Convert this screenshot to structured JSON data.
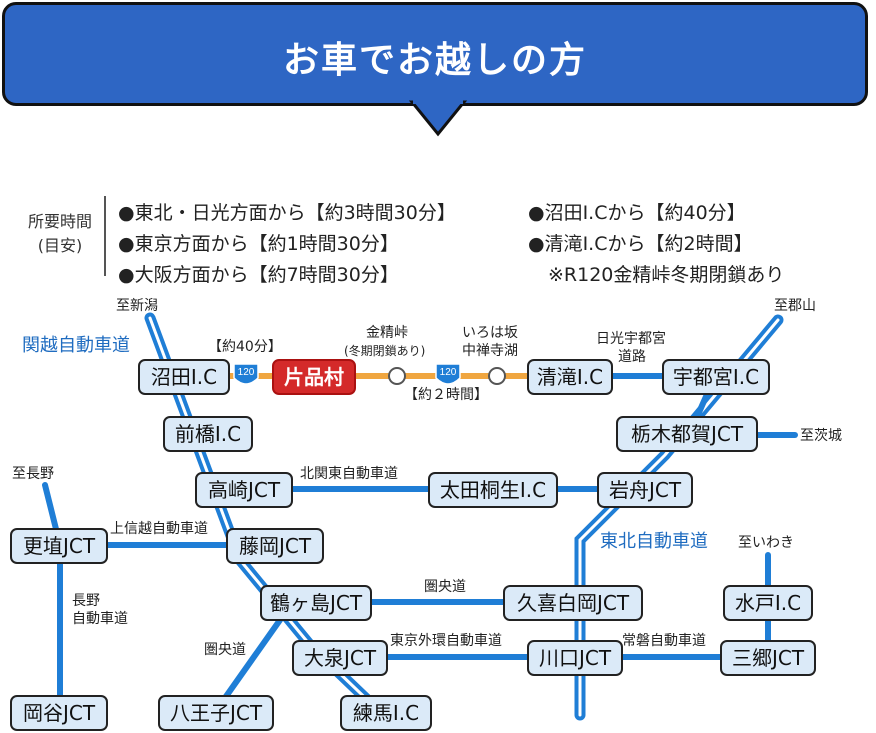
{
  "banner": {
    "title": "お車でお越しの方"
  },
  "info": {
    "label_line1": "所要時間",
    "label_line2": "(目安)",
    "left": [
      "●東北・日光方面から【約3時間30分】",
      "●東京方面から【約1時間30分】",
      "●大阪方面から【約7時間30分】"
    ],
    "right": [
      "●沼田I.Cから【約40分】",
      "●清滝I.Cから【約2時間】",
      "※R120金精峠冬期閉鎖あり"
    ]
  },
  "colors": {
    "expressway": "#1f7ed6",
    "route120": "#f0a640",
    "destination": "#d42a2a",
    "banner": "#2e66c4"
  },
  "nodes": {
    "numata": "沼田I.C",
    "katashina": "片品村",
    "kiyotaki": "清滝I.C",
    "utsunomiya": "宇都宮I.C",
    "maebashi": "前橋I.C",
    "tochigitsuga": "栃木都賀JCT",
    "takasaki": "高崎JCT",
    "ootakiryu": "太田桐生I.C",
    "iwafune": "岩舟JCT",
    "koshoku": "更埴JCT",
    "fujioka": "藤岡JCT",
    "tsurugashima": "鶴ヶ島JCT",
    "kukishiraoka": "久喜白岡JCT",
    "mito": "水戸I.C",
    "ooizumi": "大泉JCT",
    "kawaguchi": "川口JCT",
    "misato": "三郷JCT",
    "okaya": "岡谷JCT",
    "hachioji": "八王子JCT",
    "nerima": "練馬I.C"
  },
  "labels": {
    "to_niigata": "至新潟",
    "to_koriyama": "至郡山",
    "to_ibaraki": "至茨城",
    "to_nagano": "至長野",
    "to_iwaki": "至いわき",
    "kanetsu": "関越自動車道",
    "tohoku": "東北自動車道",
    "yaku40": "【約40分】",
    "yaku2h": "【約２時間】",
    "konseitoge": "金精峠",
    "konsei_note": "(冬期閉鎖あり)",
    "irohazaka": "いろは坂",
    "chuzenjiko": "中禅寺湖",
    "nikko_utsunomiya1": "日光宇都宮",
    "nikko_utsunomiya2": "道路",
    "kitakanto": "北関東自動車道",
    "joshinetsu": "上信越自動車道",
    "nagano1": "長野",
    "nagano2": "自動車道",
    "ken_o_do1": "圏央道",
    "ken_o_do2": "圏央道",
    "gaikan": "東京外環自動車道",
    "joban": "常磐自動車道",
    "r120": "120"
  }
}
